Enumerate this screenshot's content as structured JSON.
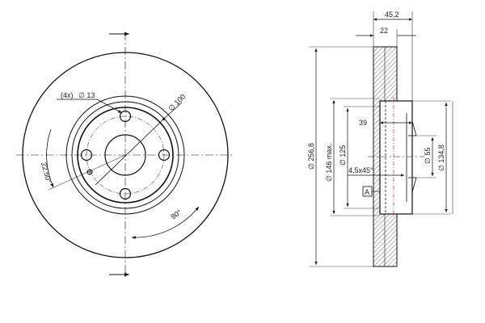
{
  "front_view": {
    "hole_count_label": "(4x)",
    "bolt_hole_label": "∅ 13",
    "pcd_label": "∅ 100",
    "small_hole_angle_label": "22.50°",
    "bolt_angle_label": "90°"
  },
  "side_view": {
    "overall_thickness_label": "45,2",
    "disc_thickness_label": "22",
    "hat_height_label": "39",
    "chamfer_label": "4,5x45°",
    "datum_label": "A",
    "outer_diameter_label": "∅ 256,8",
    "swept_diameter_label": "∅ 146 max.",
    "hat_diameter_label": "∅ 125",
    "center_bore_label": "∅ 55",
    "hat_inner_label": "∅ 134,8"
  }
}
